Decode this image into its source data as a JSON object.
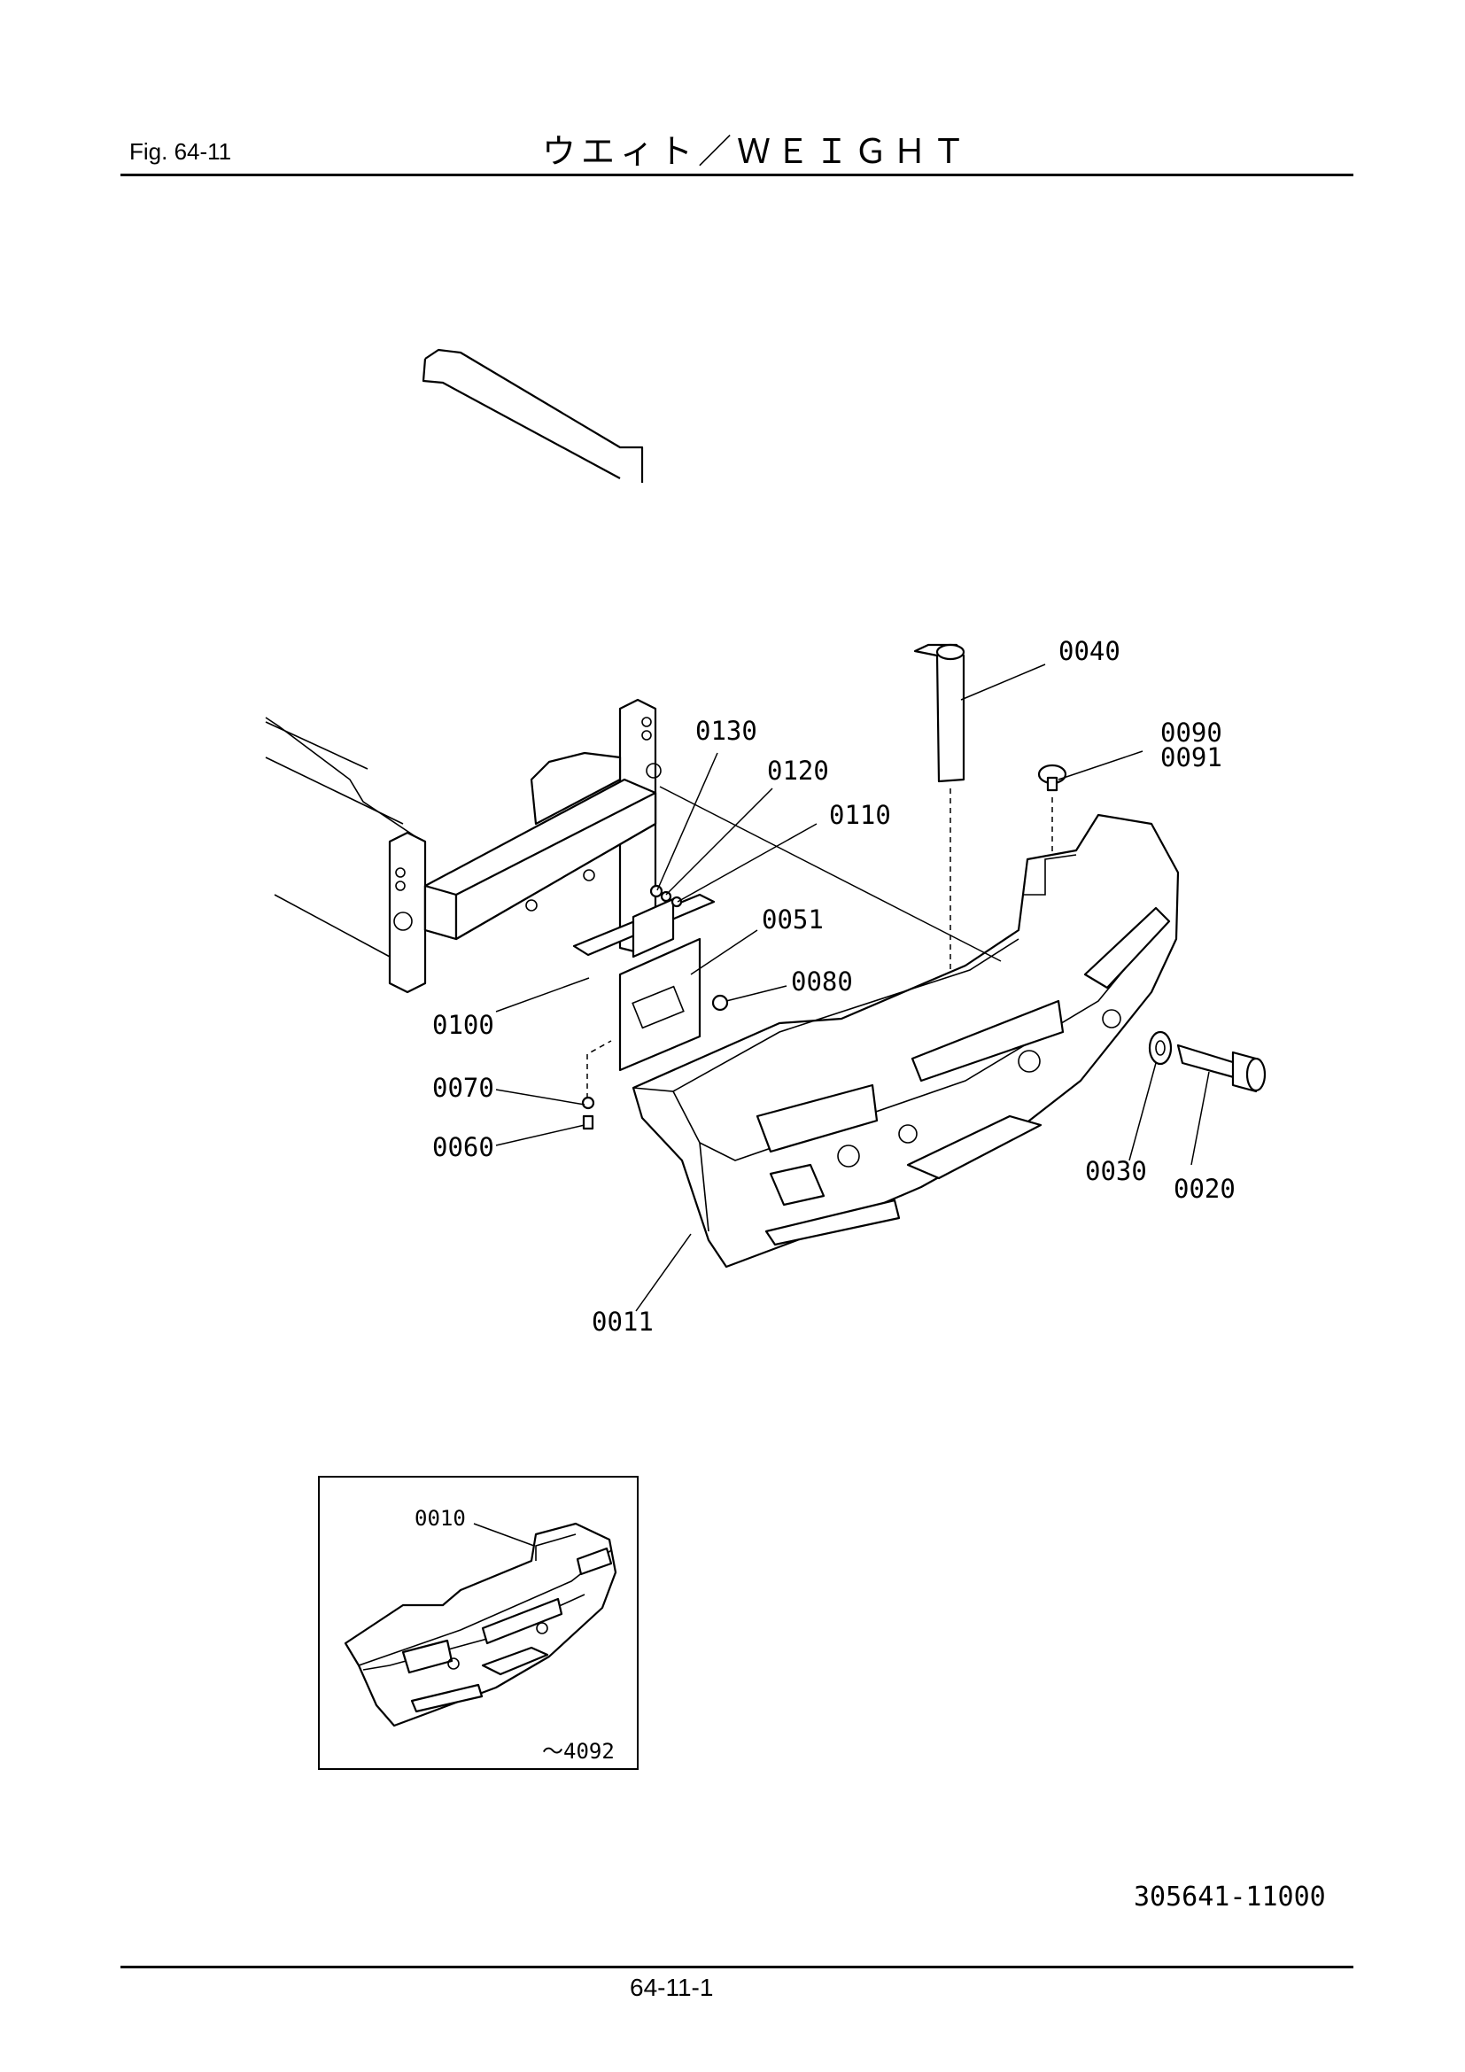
{
  "header": {
    "fig_number": "Fig.  64-11",
    "title": "ウエィト／ＷＥＩＧＨＴ"
  },
  "callouts": {
    "c0040": "0040",
    "c0090": "0090",
    "c0091": "0091",
    "c0130": "0130",
    "c0120": "0120",
    "c0110": "0110",
    "c0051": "0051",
    "c0080": "0080",
    "c0100": "0100",
    "c0070": "0070",
    "c0060": "0060",
    "c0030": "0030",
    "c0020": "0020",
    "c0011": "0011"
  },
  "inset": {
    "callout": "0010",
    "serial_range": "～4092"
  },
  "footer": {
    "drawing_number": "305641-11000",
    "page_number": "64-11-1"
  }
}
